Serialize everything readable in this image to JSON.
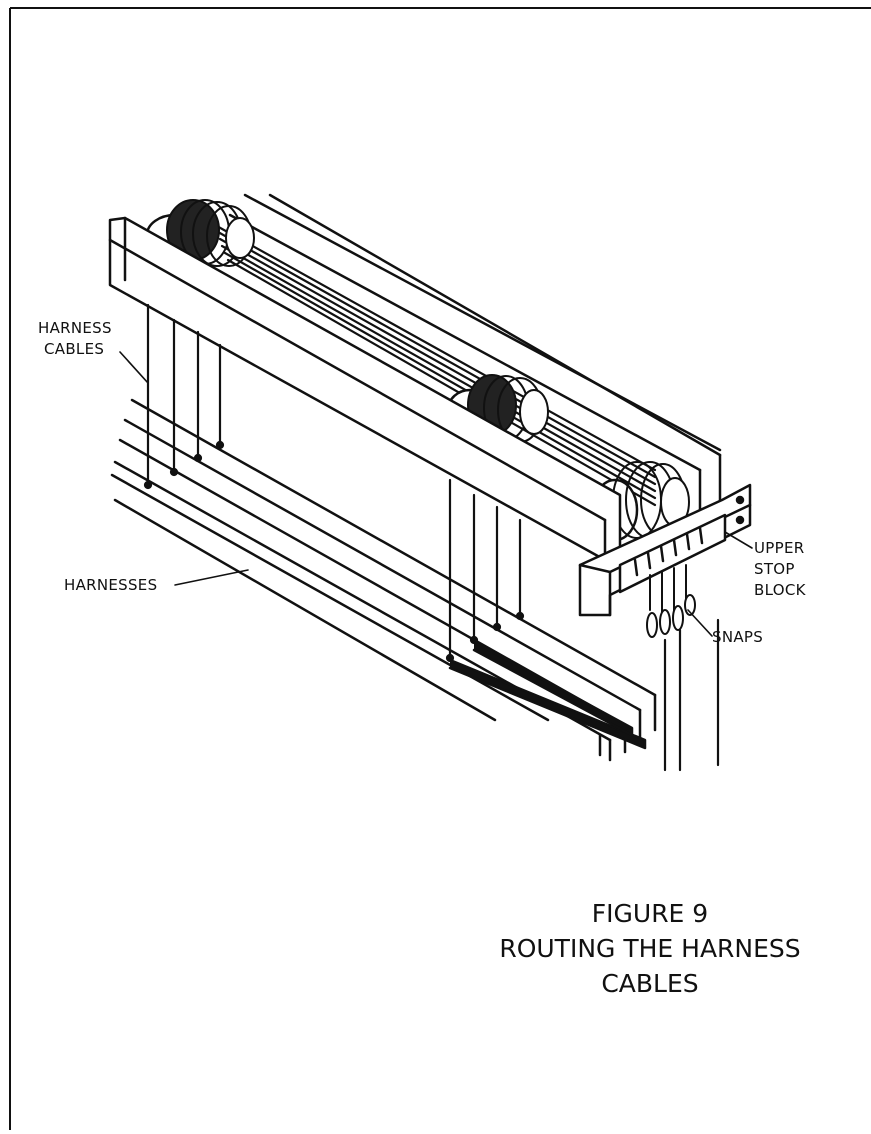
{
  "labels": {
    "harness_cables_1": "HARNESS",
    "harness_cables_2": "CABLES",
    "harnesses": "HARNESSES",
    "upper_stop_block_1": "UPPER",
    "upper_stop_block_2": "STOP",
    "upper_stop_block_3": "BLOCK",
    "snaps": "SNAPS"
  },
  "caption": {
    "line1": "FIGURE 9",
    "line2": "ROUTING THE HARNESS",
    "line3": "CABLES"
  },
  "colors": {
    "ink": "#111111",
    "paper": "#ffffff"
  }
}
